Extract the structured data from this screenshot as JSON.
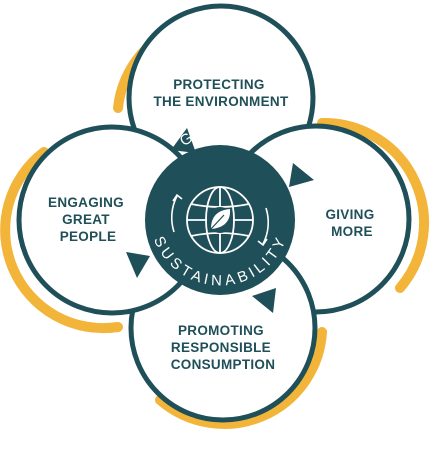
{
  "colors": {
    "primary": "#1f4f58",
    "accent": "#f2b53a",
    "background": "#ffffff"
  },
  "petals": {
    "top": [
      "PROTECTING",
      "THE ENVIRONMENT"
    ],
    "right": [
      "GIVING",
      "MORE"
    ],
    "bottom": [
      "PROMOTING",
      "RESPONSIBLE",
      "CONSUMPTION"
    ],
    "left": [
      "ENGAGING",
      "GREAT",
      "PEOPLE"
    ]
  },
  "hub": {
    "top_text": "GLOBAL",
    "bottom_text": "SUSTAINABILITY",
    "icon": "globe-leaf-icon"
  },
  "arrows": [
    "arrow-left-to-top-icon",
    "arrow-top-to-right-icon",
    "arrow-right-to-bottom-icon",
    "arrow-bottom-to-left-icon"
  ]
}
